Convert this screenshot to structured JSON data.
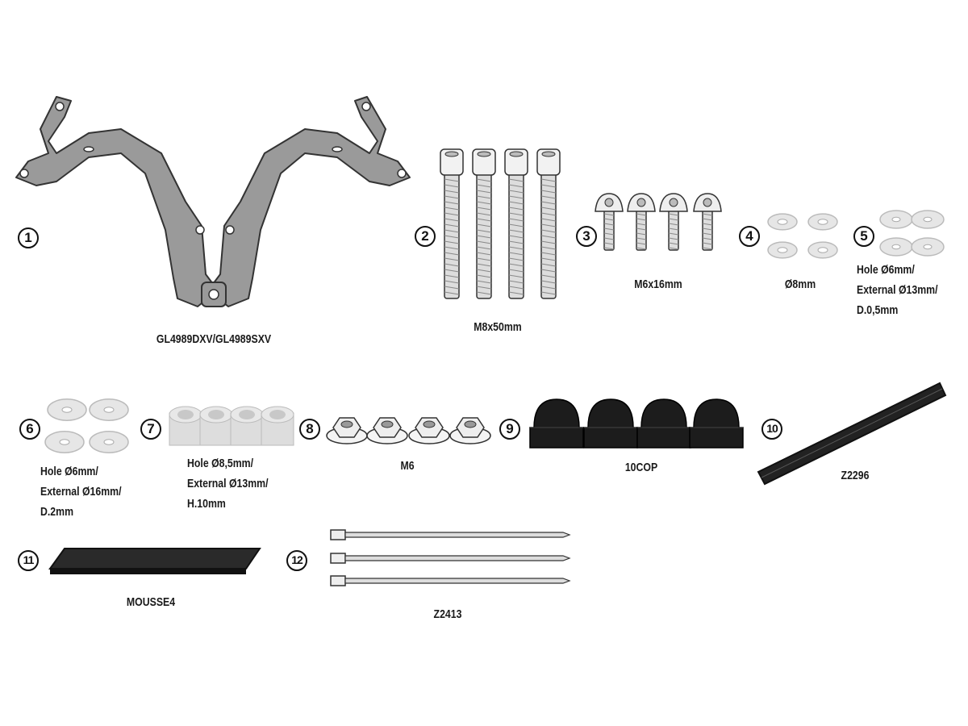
{
  "parts": [
    {
      "number": "1",
      "label": "GL4989DXV/GL4989SXV"
    },
    {
      "number": "2",
      "label": "M8x50mm"
    },
    {
      "number": "3",
      "label": "M6x16mm"
    },
    {
      "number": "4",
      "label": "Ø8mm"
    },
    {
      "number": "5",
      "lines": [
        "Hole Ø6mm/",
        "External Ø13mm/",
        "D.0,5mm"
      ]
    },
    {
      "number": "6",
      "lines": [
        "Hole Ø6mm/",
        "External Ø16mm/",
        "D.2mm"
      ]
    },
    {
      "number": "7",
      "lines": [
        "Hole Ø8,5mm/",
        "External Ø13mm/",
        "H.10mm"
      ]
    },
    {
      "number": "8",
      "label": "M6"
    },
    {
      "number": "9",
      "label": "10COP"
    },
    {
      "number": "10",
      "label": "Z2296"
    },
    {
      "number": "11",
      "label": "MOUSSE4"
    },
    {
      "number": "12",
      "label": "Z2413"
    }
  ],
  "colors": {
    "bracket": "#9a9a9a",
    "rubber": "#1c1c1c",
    "washer": "#e6e6e6",
    "outline": "#333333"
  }
}
